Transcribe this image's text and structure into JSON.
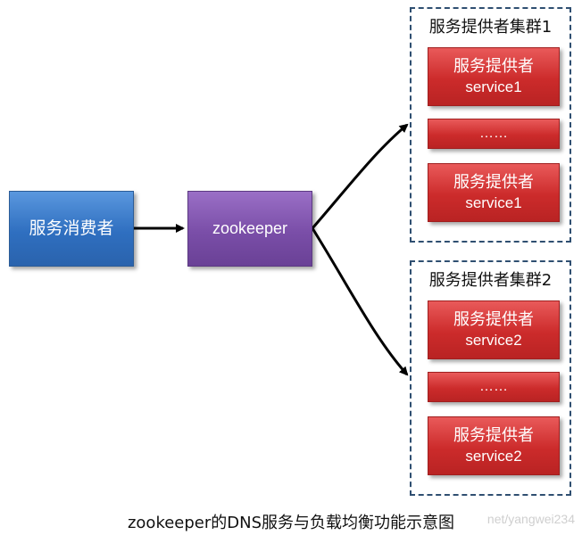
{
  "consumer": {
    "label": "服务消费者"
  },
  "zookeeper": {
    "label": "zookeeper"
  },
  "clusters": [
    {
      "title": "服务提供者集群1",
      "providers": [
        {
          "name": "服务提供者",
          "service": "service1"
        },
        {
          "name": "……"
        },
        {
          "name": "服务提供者",
          "service": "service1"
        }
      ]
    },
    {
      "title": "服务提供者集群2",
      "providers": [
        {
          "name": "服务提供者",
          "service": "service2"
        },
        {
          "name": "……"
        },
        {
          "name": "服务提供者",
          "service": "service2"
        }
      ]
    }
  ],
  "caption": "zookeeper的DNS服务与负载均衡功能示意图",
  "watermark": "net/yangwei234",
  "colors": {
    "consumer": "#2f6fc0",
    "zookeeper": "#7a4ea8",
    "provider": "#cc2b2b",
    "cluster_border": "#2f4f71"
  }
}
